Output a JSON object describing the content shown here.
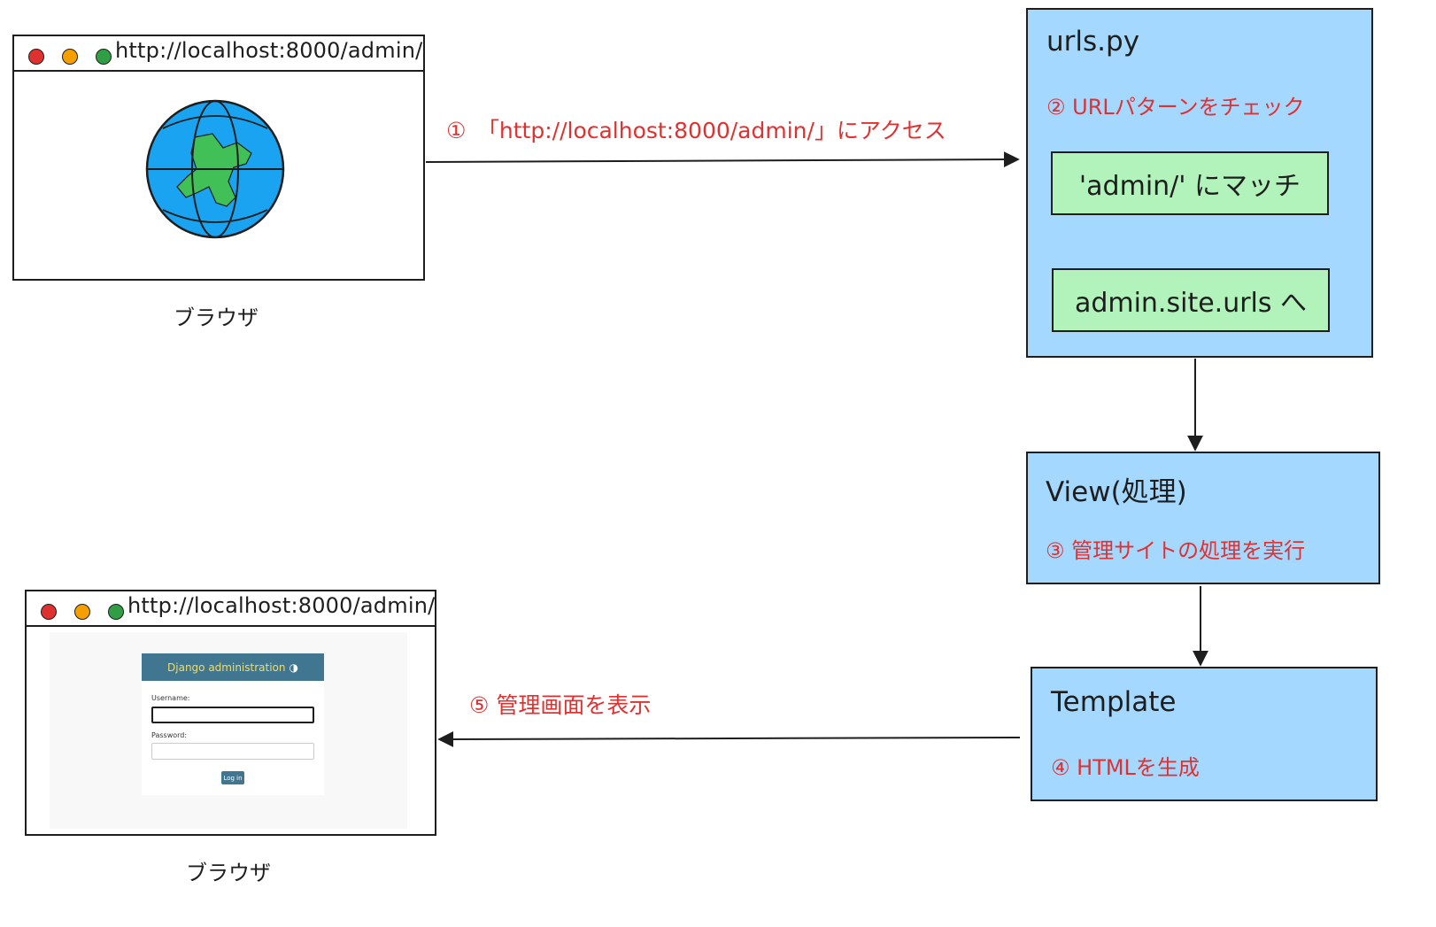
{
  "browser_top": {
    "url": "http://localhost:8000/admin/",
    "caption": "ブラウザ",
    "dots": [
      "red-dot",
      "yellow-dot",
      "green-dot"
    ]
  },
  "browser_bottom": {
    "url": "http://localhost:8000/admin/",
    "caption": "ブラウザ",
    "login": {
      "header": "Django administration",
      "theme_icon": "◑",
      "username_label": "Username:",
      "password_label": "Password:",
      "button": "Log in"
    }
  },
  "edges": {
    "step1": "①　「http://localhost:8000/admin/」にアクセス",
    "step5": "⑤ 管理画面を表示"
  },
  "urls_box": {
    "title": "urls.py",
    "note": "② URLパターンをチェック",
    "match": "'admin/' にマッチ",
    "include": "admin.site.urls へ"
  },
  "view_box": {
    "title": "View(処理)",
    "note": "③ 管理サイトの処理を実行"
  },
  "template_box": {
    "title": "Template",
    "note": "④ HTMLを生成"
  },
  "colors": {
    "box_blue": "#a5d8ff",
    "box_green": "#b2f2bb",
    "annotation_red": "#e03131",
    "stroke": "#1e1e1e",
    "dot_red": "#e03131",
    "dot_yellow": "#f59f00",
    "dot_green": "#2f9e44",
    "globe_ocean": "#1aa3f0",
    "globe_land": "#40c057",
    "django_header": "#417690",
    "django_title": "#f5dd5d"
  }
}
